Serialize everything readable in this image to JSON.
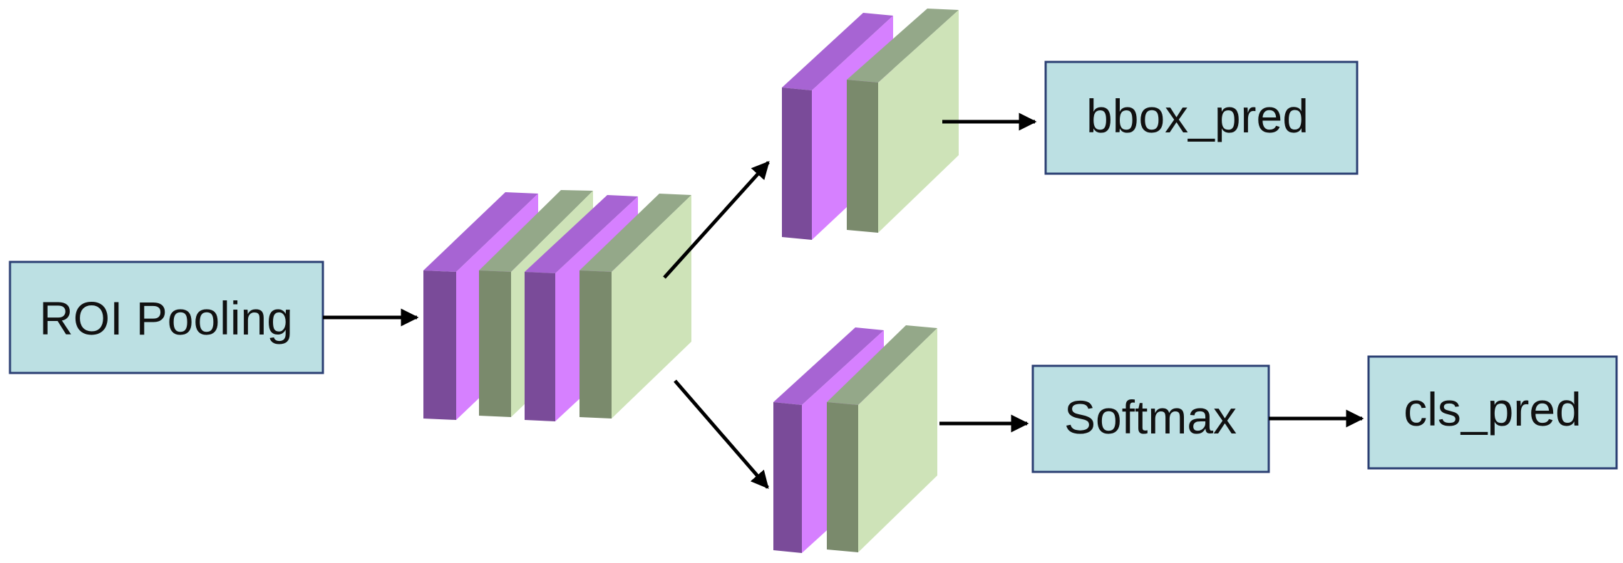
{
  "diagram": {
    "nodes": {
      "roi_pooling": "ROI Pooling",
      "bbox_pred": "bbox_pred",
      "softmax": "Softmax",
      "cls_pred": "cls_pred"
    },
    "colors": {
      "box_fill": "#bce0e3",
      "box_border": "#2b3f73",
      "arrow": "#000000",
      "purple_front": "#7a4b99",
      "purple_side": "#d680ff",
      "purple_top": "#a764d3",
      "green_front": "#7a8a6c",
      "green_side": "#cee3b8",
      "green_top": "#94a889"
    }
  }
}
